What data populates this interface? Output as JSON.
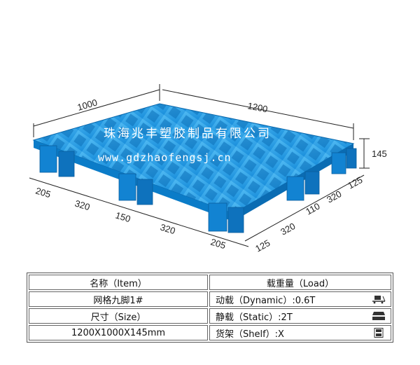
{
  "watermark": {
    "company": "珠海兆丰塑胶制品有限公司",
    "url": "www.gdzhaofengsj.cn"
  },
  "dimensions": {
    "width": "1000",
    "length": "1200",
    "height": "145",
    "left_front": [
      "205",
      "320",
      "150",
      "320",
      "205"
    ],
    "right_front": [
      "125",
      "320",
      "110",
      "320",
      "125"
    ]
  },
  "table": {
    "item_header": "名称（Item）",
    "item_value": "网格九脚1#",
    "size_header": "尺寸（Size）",
    "size_value": "1200X1000X145mm",
    "load_header": "载重量（Load）",
    "loads": [
      {
        "label": "动载（Dynamic）:0.6T",
        "icon": "forklift-load-icon"
      },
      {
        "label": "静载（Static）:2T",
        "icon": "stacked-load-icon"
      },
      {
        "label": "货架（Shelf）:X",
        "icon": "shelf-rack-icon"
      }
    ]
  },
  "colors": {
    "pallet": "#1e9de6",
    "pallet_dark": "#0b6fb8",
    "pallet_light": "#6cc6f5"
  }
}
